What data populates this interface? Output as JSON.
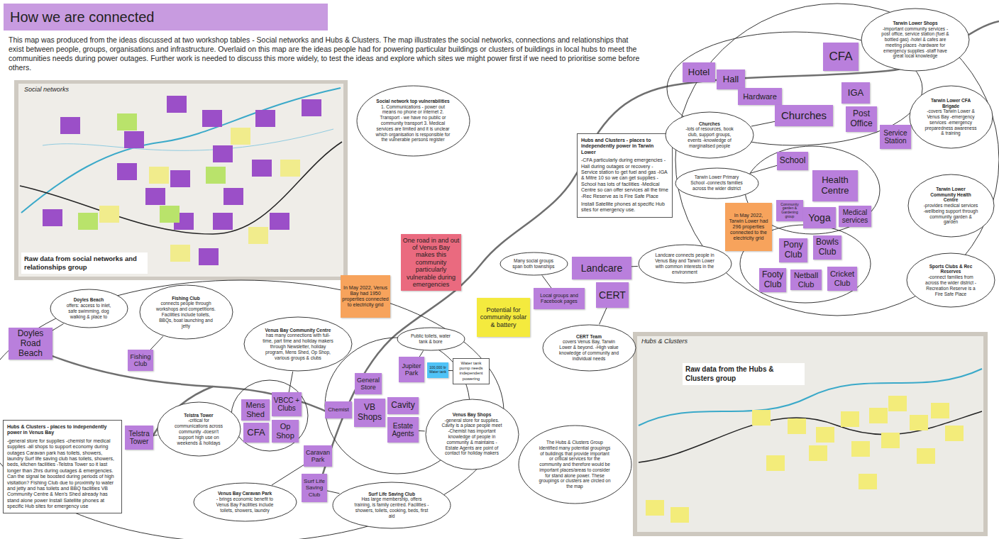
{
  "diagram": {
    "title": "How we are connected",
    "nodes": [
      {
        "text": [
          "Social network top vulnerabilities",
          "1. Communications - power out means no phone or internet 2. Transport - we have no public or community transport 3. Medical services are limited and it is unclear which organisation is responsible for the vulnerable persons register"
        ]
      },
      {
        "text": [
          "Hubs and Clusters - places to independently power in Tarwin Lower",
          "-CFA particularly during emergencies -Hall during outages or recovery -Service station to get fuel and gas -IGA & Mitre 10 so we can get supplies -School has lots of facilities -Medical Centre so can offer services all the time -Rec Reserve as is Fire Safe Place",
          "Install Satellite phones at specific Hub sites for emergency use."
        ]
      },
      {
        "text": [
          "Tarwin Lower Shops",
          "-important community services - post office, service station (fuel & bottled gas) -hotel & cafes are meeting places -hardware for emergency supplies -staff have great local knowledge"
        ]
      },
      {
        "text": [
          "Hotel"
        ]
      },
      {
        "text": [
          "Hall"
        ]
      },
      {
        "text": [
          "Hardware"
        ]
      },
      {
        "text": [
          "Churches"
        ]
      },
      {
        "text": [
          "CFA"
        ]
      },
      {
        "text": [
          "IGA"
        ]
      },
      {
        "text": [
          "Post Office"
        ]
      },
      {
        "text": [
          "Service Station"
        ]
      },
      {
        "text": [
          "Tarwin Lower CFA Brigade",
          "-covers Tarwin Lower & Venus Bay -emergency services -emergency preparedness awareness & training"
        ]
      },
      {
        "text": [
          "Churches",
          "-lots of resources, book club, support groups, events -knowledge of marginalised people"
        ]
      },
      {
        "text": [
          "Tarwin Lower Primary School -connects families across the wider district"
        ]
      },
      {
        "text": [
          "School"
        ]
      },
      {
        "text": [
          "Health Centre"
        ]
      },
      {
        "text": [
          "Community garden & Gardening group"
        ]
      },
      {
        "text": [
          "Yoga"
        ]
      },
      {
        "text": [
          "Medical services"
        ]
      },
      {
        "text": [
          "Tarwin Lower Community Health Centre",
          "-provides medical services -wellbeing support through community garden & garden"
        ]
      },
      {
        "text": [
          "In May 2022, Tarwin Lower had 296 properties connected to the electricity grid"
        ]
      },
      {
        "text": [
          "Pony Club"
        ]
      },
      {
        "text": [
          "Bowls Club"
        ]
      },
      {
        "text": [
          "Footy Club"
        ]
      },
      {
        "text": [
          "Netball Club"
        ]
      },
      {
        "text": [
          "Cricket Club"
        ]
      },
      {
        "text": [
          "Sports Clubs & Rec Reserves",
          "-connect families from across the wider district -Recreation Reserve is a Fire Safe Place"
        ]
      },
      {
        "text": [
          "One road in and out of Venus Bay makes this community particularly vulnerable during emergencies"
        ]
      },
      {
        "text": [
          "Many social groups span both townships"
        ]
      },
      {
        "text": [
          "Local groups and Facebook pages"
        ]
      },
      {
        "text": [
          "Landcare"
        ]
      },
      {
        "text": [
          "Landcare connects people in Venus Bay and Tarwin Lower with common interests in the environment"
        ]
      },
      {
        "text": [
          "CERT"
        ]
      },
      {
        "text": [
          "CERT Team",
          "covers Venus Bay, Tarwin Lower & beyond. -High value knowledge of community and individual needs"
        ]
      },
      {
        "text": [
          "Potential for community solar & battery"
        ]
      },
      {
        "text": [
          "Doyles Beach",
          "offers: access to inlet, safe swimming, dog walking & place to"
        ]
      },
      {
        "text": [
          "Doyles Road Beach"
        ]
      },
      {
        "text": [
          "Fishing Club",
          "connects people through workshops and competitions. Facilities include toilets, BBQs, boat launching and jetty"
        ]
      },
      {
        "text": [
          "Fishing Club"
        ]
      },
      {
        "text": [
          "Venus Bay Community Centre",
          "has many connections with full-time, part time and holiday makers through Newsletter, holiday program, Mens Shed, Op Shop, various groups & clubs"
        ]
      },
      {
        "text": [
          "In May 2022, Venus Bay had 1950 properties connected to electricity grid"
        ]
      },
      {
        "text": [
          "Hubs & Clusters - places to independently power in Venus Bay",
          "-general store for supplies -chemist for medical supplies -all shops to support economy during outages Caravan park has toilets, showers, laundry Surf life saving club has toilets, showers, beds, kitchen facilities -Telstra Tower so it last longer than 2hrs during outages & emergencies. Can the signal be boosted during periods of high visitation? Fishing Club due to proximity to water and jetty and has toilets and BBQ facilities VB Community Centre & Men's Shed already has stand alone power Install Satellite phones at specific Hub sites for emergency use"
        ]
      },
      {
        "text": [
          "Telstra Tower"
        ]
      },
      {
        "text": [
          "Telstra Tower",
          "-critical for communications across community -doesn't support high use on weekends & holidays"
        ]
      },
      {
        "text": [
          "Mens Shed"
        ]
      },
      {
        "text": [
          "VBCC + Clubs"
        ]
      },
      {
        "text": [
          "CFA"
        ]
      },
      {
        "text": [
          "Op Shop"
        ]
      },
      {
        "text": [
          "Public toilets, water tank & bore"
        ]
      },
      {
        "text": [
          "Jupiter Park"
        ]
      },
      {
        "text": [
          "100,000 ltr Water tank"
        ]
      },
      {
        "text": [
          "Water tank pump needs independent powering"
        ]
      },
      {
        "text": [
          "General Store"
        ]
      },
      {
        "text": [
          "Chemist"
        ]
      },
      {
        "text": [
          "VB Shops"
        ]
      },
      {
        "text": [
          "Cavity"
        ]
      },
      {
        "text": [
          "Estate Agents"
        ]
      },
      {
        "text": [
          "Venus Bay Shops",
          "-general store for supplies. Cavity is a place people meet -Chemist has important knowledge of people in community & maintains -Estate Agents are point of contact for holiday makers"
        ]
      },
      {
        "text": [
          "Caravan Park"
        ]
      },
      {
        "text": [
          "Venus Bay Caravan Park",
          "- brings economic benefit to Venus Bay Facilities include toilets, showers, laundry"
        ]
      },
      {
        "text": [
          "Surf Life Saving Club"
        ]
      },
      {
        "text": [
          "Surf Life Saving Club",
          "Has large membership, offers training, is family centred. Facilities - showers, toilets, cooking, beds, first aid"
        ]
      },
      {
        "text": [
          "The Hubs & Clusters Group identified many potential groupings of buildings that provide important or critical services for the community and therefore would be important places/areas to consider for stand alone power. These groupings or clusters are circled on the map"
        ]
      }
    ],
    "edges": [
      {
        "from": 12,
        "to": 6,
        "arrow": "none"
      },
      {
        "from": 13,
        "to": 14,
        "arrow": "none"
      },
      {
        "from": 28,
        "to": 29,
        "arrow": "none"
      },
      {
        "from": 31,
        "to": 30,
        "arrow": "none"
      },
      {
        "from": 33,
        "to": 32,
        "arrow": "none"
      },
      {
        "from": 35,
        "to": 36,
        "arrow": "none"
      },
      {
        "from": 37,
        "to": 38,
        "arrow": "none"
      },
      {
        "from": 39,
        "to": 45,
        "arrow": "none"
      },
      {
        "from": 43,
        "to": 42,
        "arrow": "none"
      },
      {
        "from": 48,
        "to": 49,
        "arrow": "none"
      },
      {
        "from": 51,
        "to": 50,
        "arrow": "none"
      },
      {
        "from": 57,
        "to": 56,
        "arrow": "none"
      },
      {
        "from": 59,
        "to": 58,
        "arrow": "none"
      },
      {
        "from": 61,
        "to": 60,
        "arrow": "none"
      }
    ],
    "labels": [
      "This map was produced from the ideas discussed at two workshop tables - Social networks and Hubs & Clusters. The map illustrates the social networks, connections and relationships that exist between people, groups, organisations and infrastructure. Overlaid on this map are the ideas people had for powering particular buildings or clusters of buildings in local hubs to meet the communities needs during power outages. Further work is needed to discuss this more widely, to test the ideas and explore which sites we might power first if we need to prioritise some before others.",
      "Social networks",
      "Raw data from social networks and relationships group",
      "Hubs & Clusters",
      "Raw data from the Hubs & Clusters group"
    ]
  }
}
